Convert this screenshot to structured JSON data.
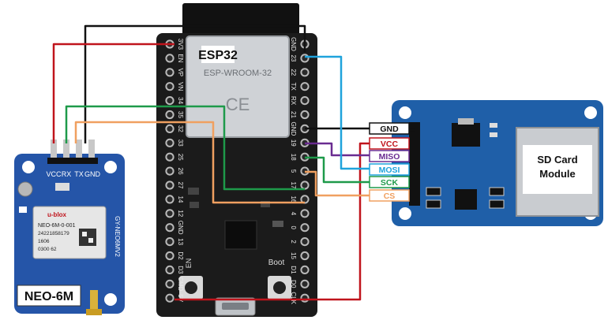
{
  "esp32": {
    "title": "ESP32",
    "module_text": "ESP-WROOM-32",
    "en_label": "EN",
    "boot_label": "Boot",
    "left_pins": [
      "3V3",
      "EN",
      "VP",
      "VN",
      "34",
      "35",
      "32",
      "33",
      "25",
      "26",
      "27",
      "14",
      "12",
      "GND",
      "13",
      "D2",
      "D3",
      "CMD",
      "5V"
    ],
    "right_pins": [
      "GND",
      "23",
      "22",
      "TX",
      "RX",
      "21",
      "GND",
      "19",
      "18",
      "5",
      "17",
      "16",
      "4",
      "0",
      "2",
      "15",
      "D1",
      "D0",
      "CLK"
    ]
  },
  "gps": {
    "name": "NEO-6M",
    "pins": [
      "VCC",
      "RX",
      "TX",
      "GND"
    ],
    "chip_brand": "u-blox",
    "chip_lines": [
      "NEO-6M-0-001",
      "24221858179",
      "1606",
      "0300 62"
    ],
    "side_text": "GY-NEO6MV2"
  },
  "sd": {
    "title_line1": "SD Card",
    "title_line2": "Module",
    "pin_labels": [
      "GND",
      "VCC",
      "MISO",
      "MOSI",
      "SCK",
      "CS"
    ]
  },
  "colors": {
    "gnd": "#111111",
    "vcc": "#c0141c",
    "miso": "#6a2c91",
    "mosi": "#1fa3dc",
    "sck": "#1e9a4a",
    "cs": "#f0a060",
    "gps_tx_wire": "#1e9a4a",
    "gps_rx_wire": "#f0a060",
    "esp_board": "#1b1b1b",
    "sd_board": "#1f5fa8",
    "gps_board": "#2555a8"
  }
}
